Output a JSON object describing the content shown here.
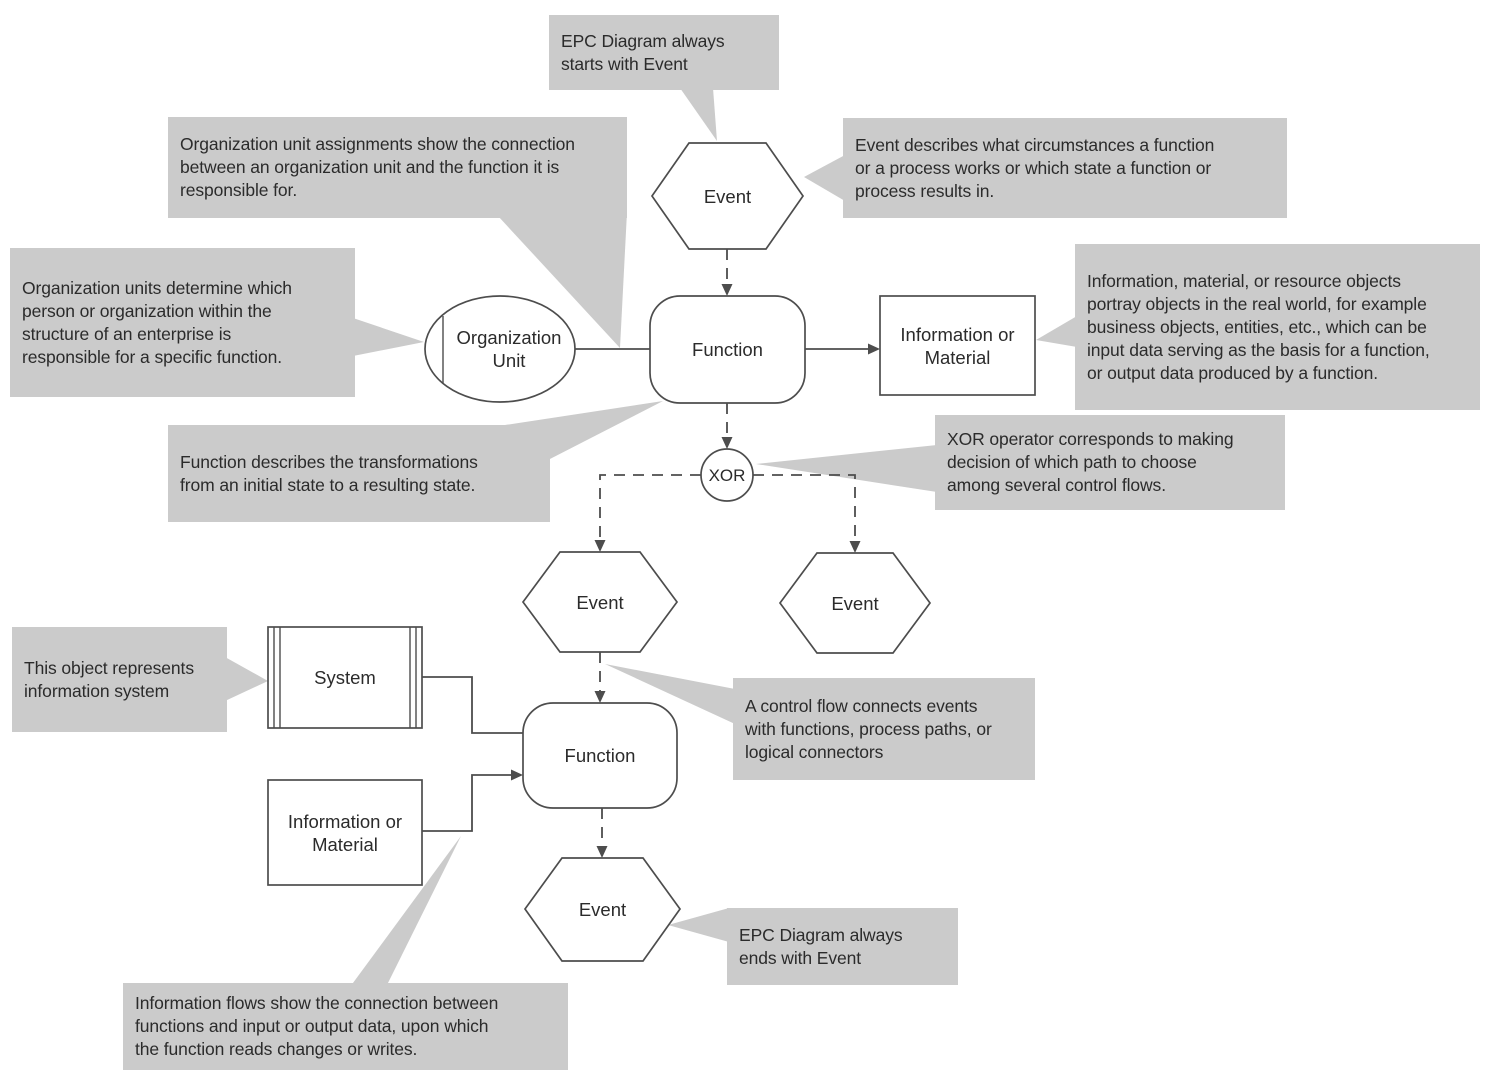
{
  "colors": {
    "callout_bg": "#cbcbcb",
    "stroke": "#4d4d4d",
    "text": "#2b2b2b",
    "shape_fill": "#ffffff"
  },
  "callouts": {
    "starts_with_event": {
      "text": "EPC Diagram always\nstarts with Event"
    },
    "org_assignments": {
      "text": "Organization unit assignments show the connection\nbetween an organization unit and the function it is\nresponsible for."
    },
    "event_describes": {
      "text": "Event describes what circumstances a function\nor a process works or which state a function or\nprocess results in."
    },
    "org_units": {
      "text": "Organization units determine which\nperson or organization within the\nstructure of an enterprise is\nresponsible for a specific function."
    },
    "info_objects": {
      "text": "Information, material, or resource objects\nportray objects in the real world, for example\nbusiness objects, entities, etc., which can be\ninput data serving as the basis for a function,\nor output data produced by a function."
    },
    "function_describes": {
      "text": "Function describes the transformations\nfrom an initial state to a resulting state."
    },
    "xor_operator": {
      "text": "XOR operator corresponds to making\ndecision of which path to choose\namong several control flows."
    },
    "system_object": {
      "text": "This object represents\ninformation system"
    },
    "control_flow": {
      "text": "A control flow connects events\nwith functions, process paths, or\nlogical connectors"
    },
    "ends_with_event": {
      "text": "EPC Diagram always\nends with Event"
    },
    "info_flows": {
      "text": "Information flows show the connection between\nfunctions and input or output data, upon which\nthe function reads changes or writes."
    }
  },
  "nodes": {
    "event_top": {
      "label": "Event"
    },
    "organization_unit": {
      "label": "Organization\nUnit"
    },
    "function_top": {
      "label": "Function"
    },
    "information_material_top": {
      "label": "Information or\nMaterial"
    },
    "xor": {
      "label": "XOR"
    },
    "event_left": {
      "label": "Event"
    },
    "event_right": {
      "label": "Event"
    },
    "system": {
      "label": "System"
    },
    "function_bottom": {
      "label": "Function"
    },
    "information_material_bottom": {
      "label": "Information or\nMaterial"
    },
    "event_bottom": {
      "label": "Event"
    }
  }
}
